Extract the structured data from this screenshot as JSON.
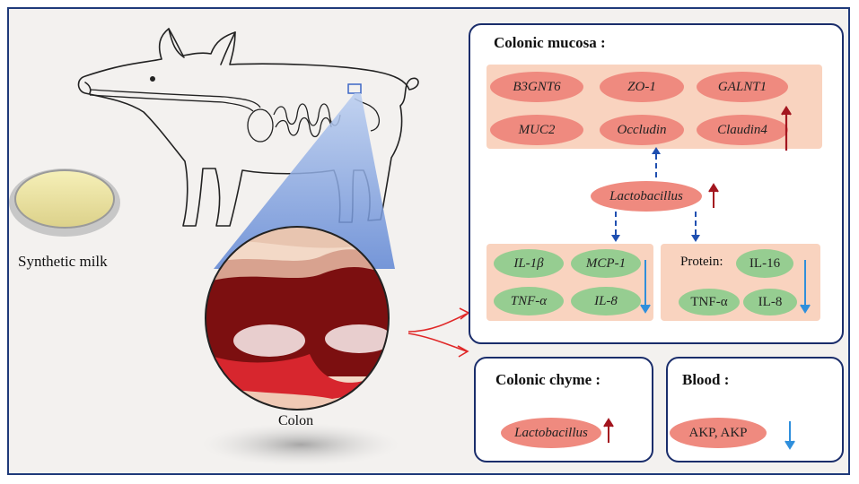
{
  "left": {
    "synthetic_milk_label": "Synthetic milk",
    "colon_label": "Colon"
  },
  "mucosa": {
    "title": "Colonic mucosa :",
    "barrier_genes": [
      "B3GNT6",
      "ZO-1",
      "GALNT1",
      "MUC2",
      "Occludin",
      "Claudin4"
    ],
    "lactobacillus": "Lactobacillus",
    "gene_cytokines": [
      "IL-1β",
      "MCP-1",
      "TNF-α",
      "IL-8"
    ],
    "protein_label": "Protein:",
    "protein_cytokines": [
      "IL-16",
      "TNF-α",
      "IL-8"
    ]
  },
  "chyme": {
    "title": "Colonic chyme :",
    "lactobacillus": "Lactobacillus"
  },
  "blood": {
    "title": "Blood :",
    "marker": "AKP, AKP"
  },
  "colors": {
    "up_arrow": "#a3161f",
    "down_arrow": "#2f8fdc",
    "dashed_arrow": "#1f4fb0",
    "border": "#1a2d6b",
    "panel": "#f9d3bf",
    "red_ellipse": "#ef8a7f",
    "green_ellipse": "#96cd91"
  }
}
